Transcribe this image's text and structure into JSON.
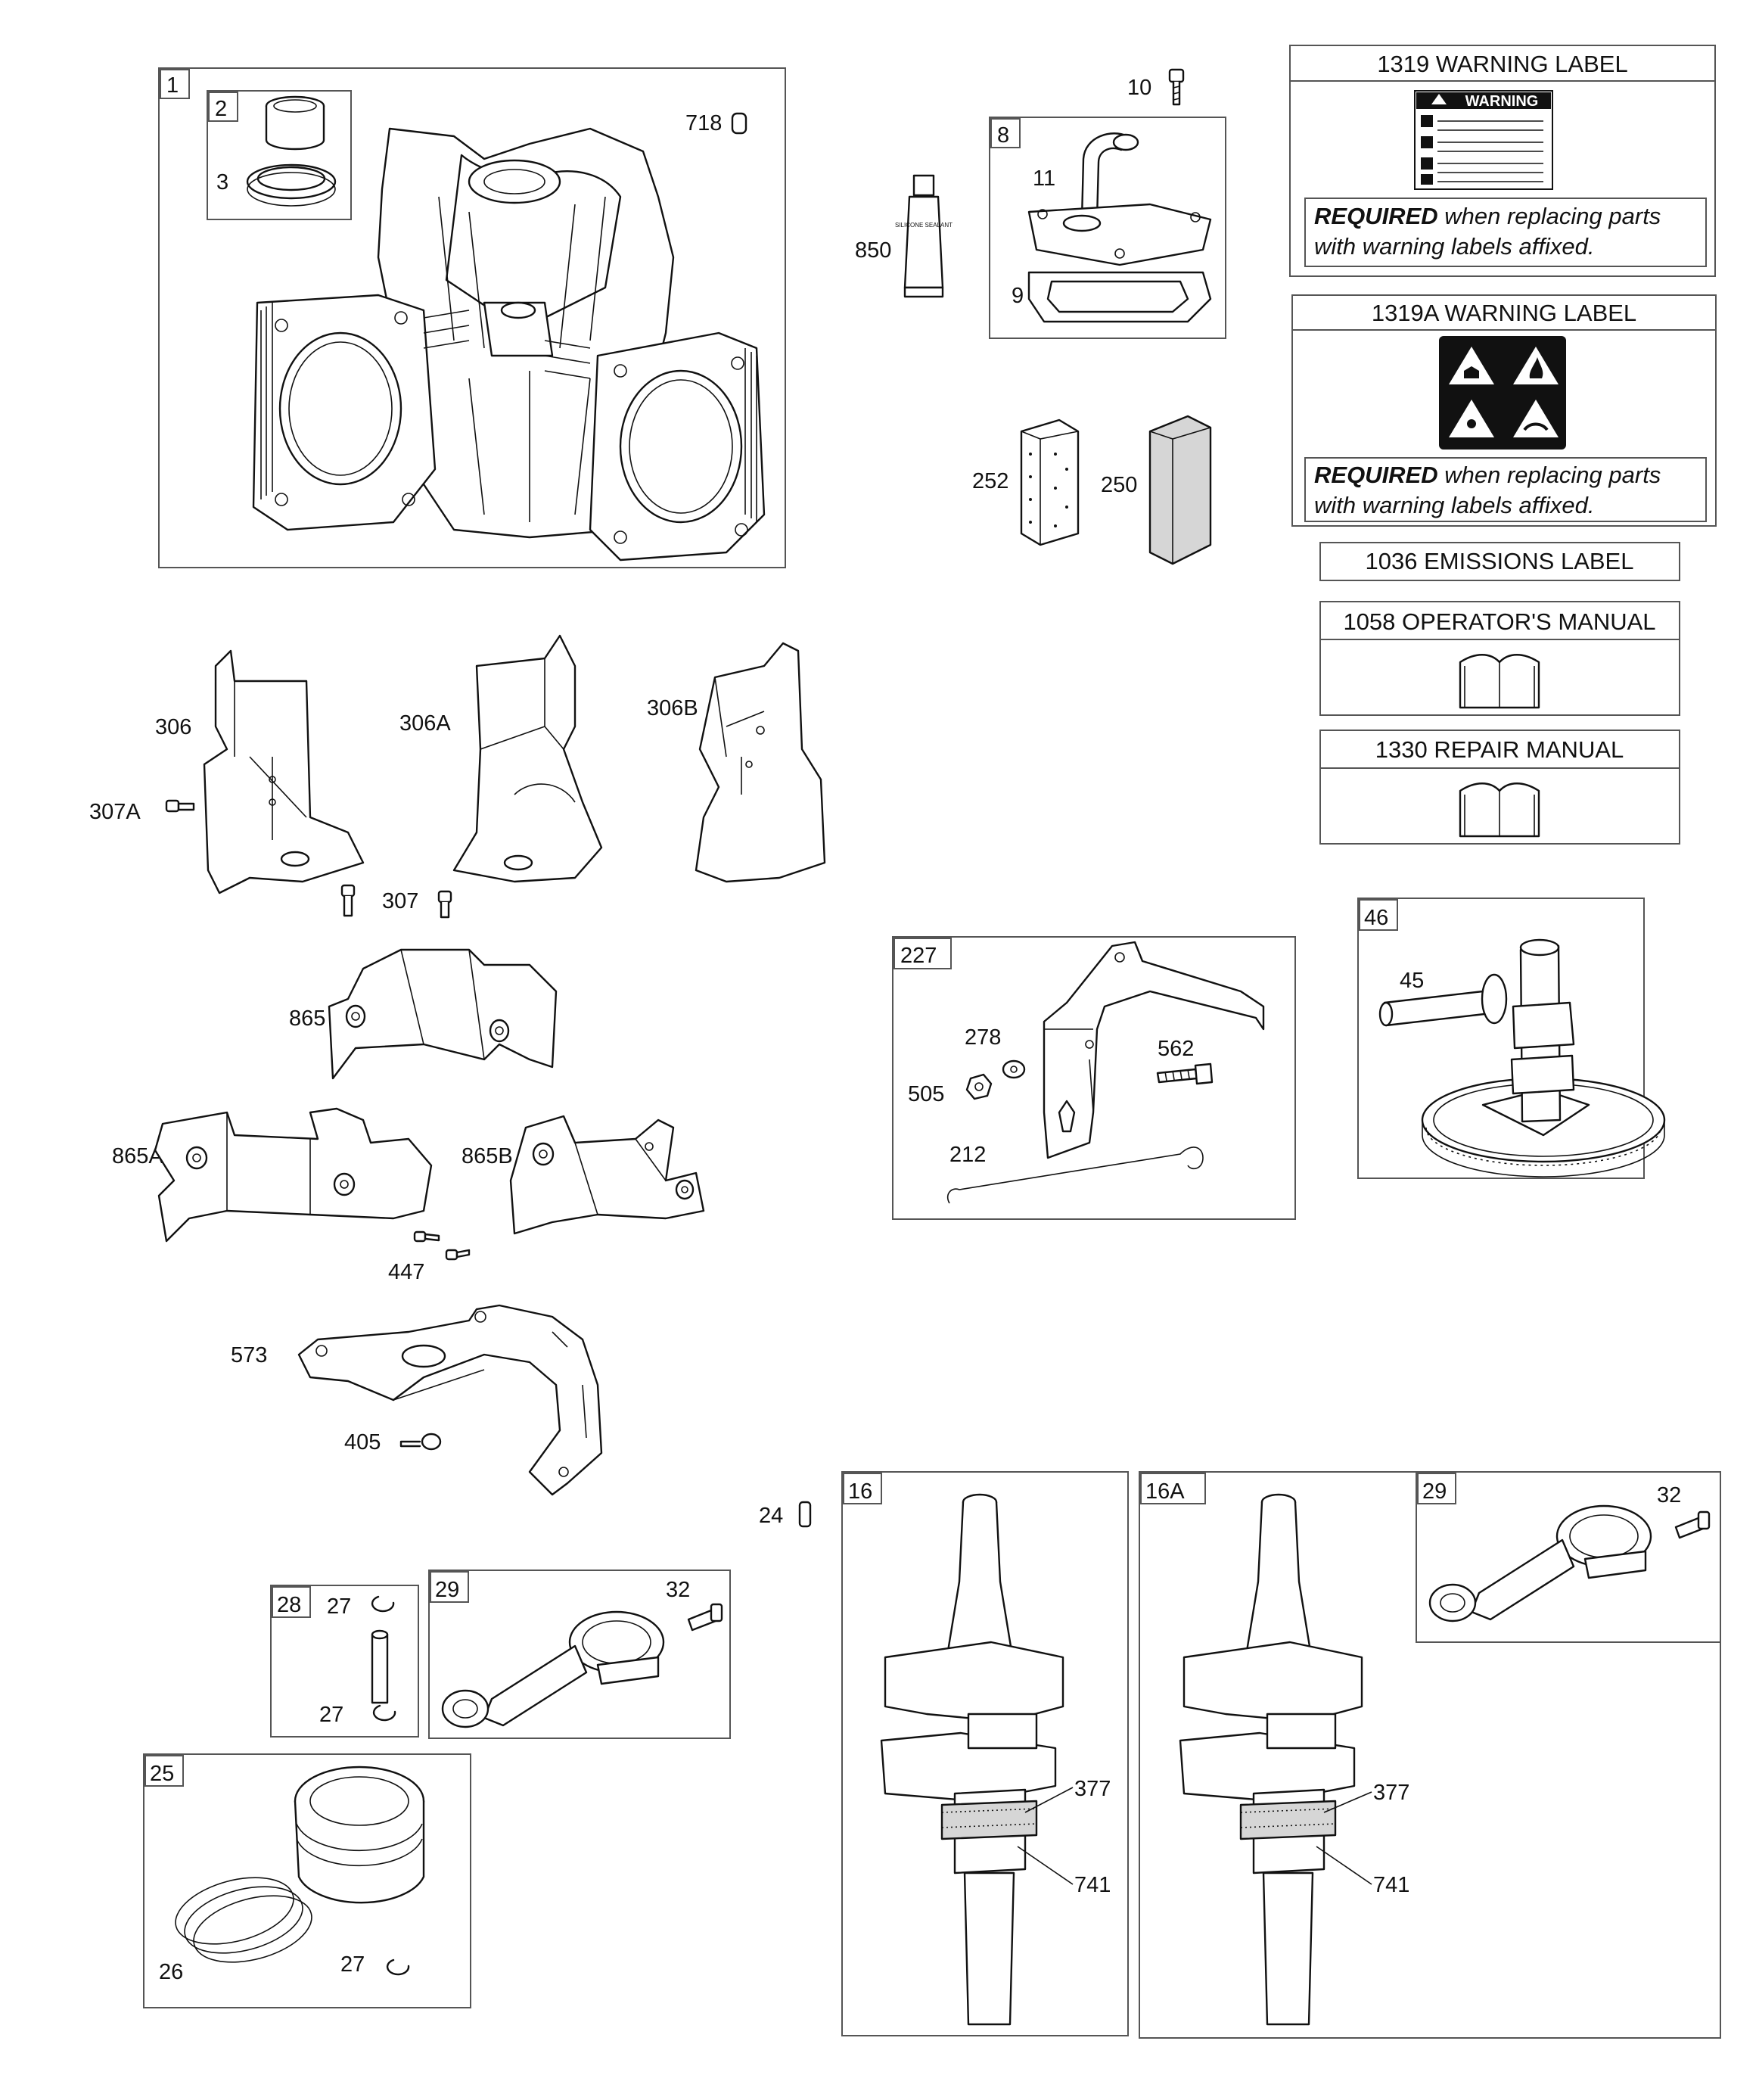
{
  "part_numbers": {
    "p1": "1",
    "p2": "2",
    "p3": "3",
    "p718": "718",
    "p10": "10",
    "p8": "8",
    "p11": "11",
    "p850": "850",
    "p9": "9",
    "p252": "252",
    "p250": "250",
    "p306": "306",
    "p306a": "306A",
    "p306b": "306B",
    "p307a": "307A",
    "p307": "307",
    "p865": "865",
    "p865a": "865A",
    "p865b": "865B",
    "p447": "447",
    "p573": "573",
    "p405": "405",
    "p227": "227",
    "p278": "278",
    "p562": "562",
    "p505": "505",
    "p212": "212",
    "p46": "46",
    "p45": "45",
    "p24": "24",
    "p28": "28",
    "p27a": "27",
    "p27b": "27",
    "p29a": "29",
    "p32a": "32",
    "p25": "25",
    "p26": "26",
    "p27c": "27",
    "p16": "16",
    "p377a": "377",
    "p741a": "741",
    "p16a": "16A",
    "p377b": "377",
    "p741b": "741",
    "p29b": "29",
    "p32b": "32"
  },
  "labels": {
    "warning_1319_title": "1319 WARNING LABEL",
    "warning_1319a_title": "1319A WARNING LABEL",
    "required_bold": "REQUIRED",
    "required_rest_1": " when replacing parts",
    "required_line_2": "with warning labels affixed.",
    "emissions": "1036 EMISSIONS LABEL",
    "operators_manual": "1058 OPERATOR'S MANUAL",
    "repair_manual": "1330 REPAIR MANUAL",
    "sticker_warning": "WARNING",
    "sealant": "SILICONE SEALANT"
  }
}
